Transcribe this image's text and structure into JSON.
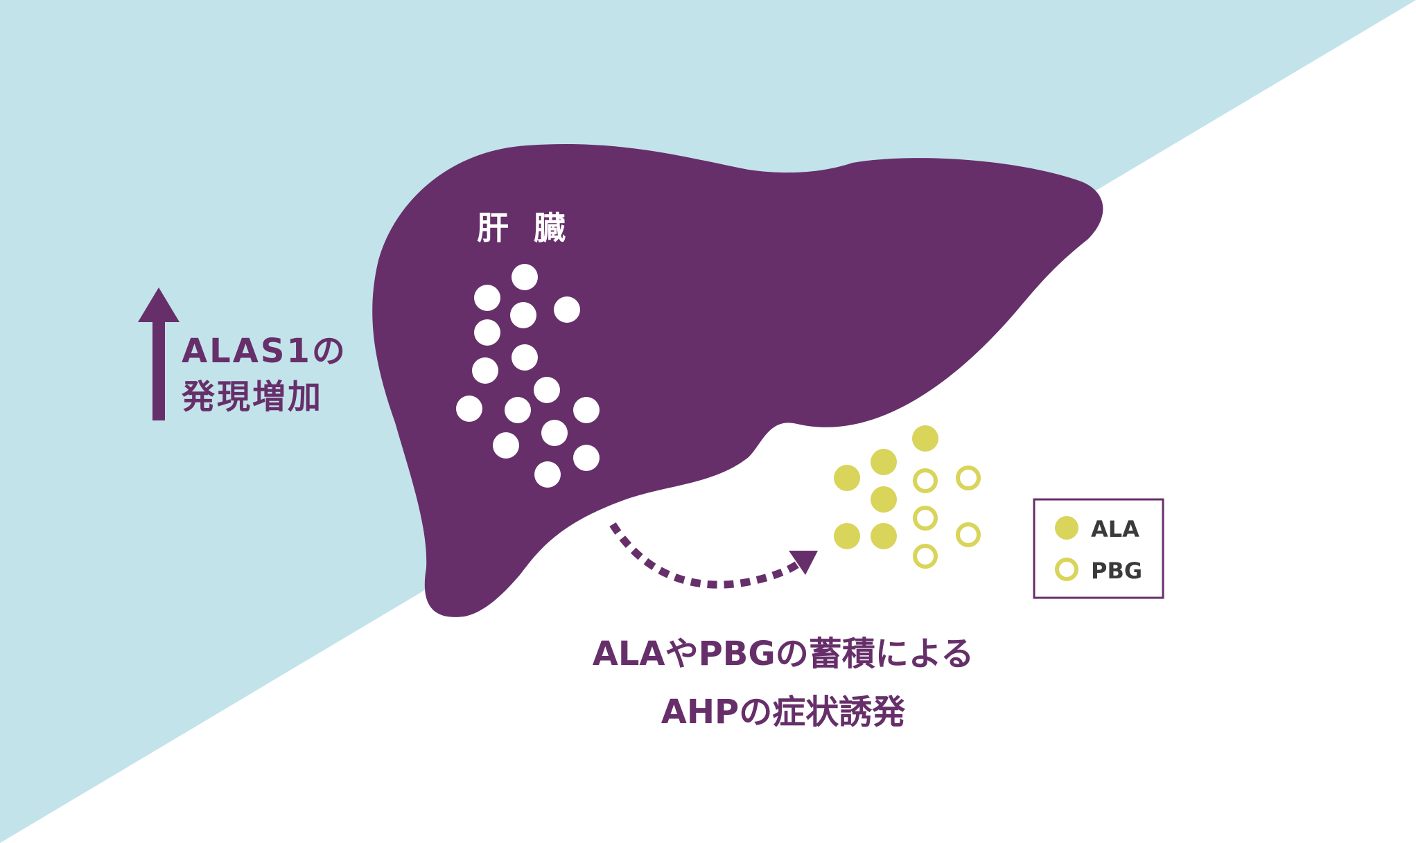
{
  "organ": {
    "label": "肝 臓"
  },
  "expression": {
    "line1": "ALAS1の",
    "line2": "発現増加"
  },
  "outcome": {
    "line1": "ALAやPBGの蓄積による",
    "line2": "AHPの症状誘発"
  },
  "legend": {
    "ala_label": "ALA",
    "pbg_label": "PBG"
  },
  "colors": {
    "background_light_blue": "#c3e3ea",
    "background_white": "#ffffff",
    "liver_purple": "#662f6a",
    "particle_white": "#ffffff",
    "metabolite_yellow": "#d9d45a",
    "legend_border": "#662f6a"
  },
  "icons": {
    "up_arrow": "up-arrow-icon",
    "dotted_arrow": "dotted-curved-arrow-icon"
  }
}
